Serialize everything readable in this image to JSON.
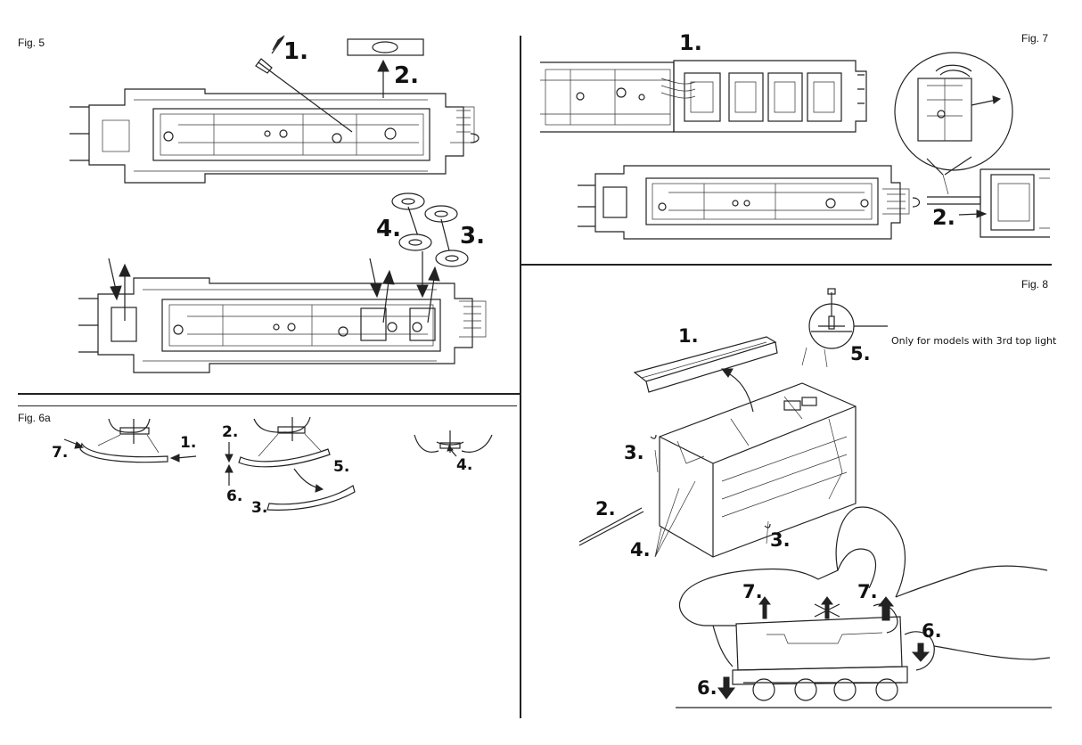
{
  "figures": {
    "fig5": {
      "label": "Fig. 5",
      "steps": [
        "1.",
        "2.",
        "3.",
        "4."
      ]
    },
    "fig6a": {
      "label": "Fig. 6a",
      "steps": [
        "1.",
        "2.",
        "3.",
        "4.",
        "5.",
        "6.",
        "7."
      ]
    },
    "fig7": {
      "label": "Fig. 7",
      "steps": [
        "1.",
        "2."
      ]
    },
    "fig8": {
      "label": "Fig. 8",
      "steps": [
        "1.",
        "2.",
        "3.",
        "3.",
        "4.",
        "5.",
        "6.",
        "6.",
        "7.",
        "7."
      ],
      "note": "Only for models with 3rd top light"
    }
  },
  "colors": {
    "ink": "#222222",
    "paper": "#ffffff"
  }
}
